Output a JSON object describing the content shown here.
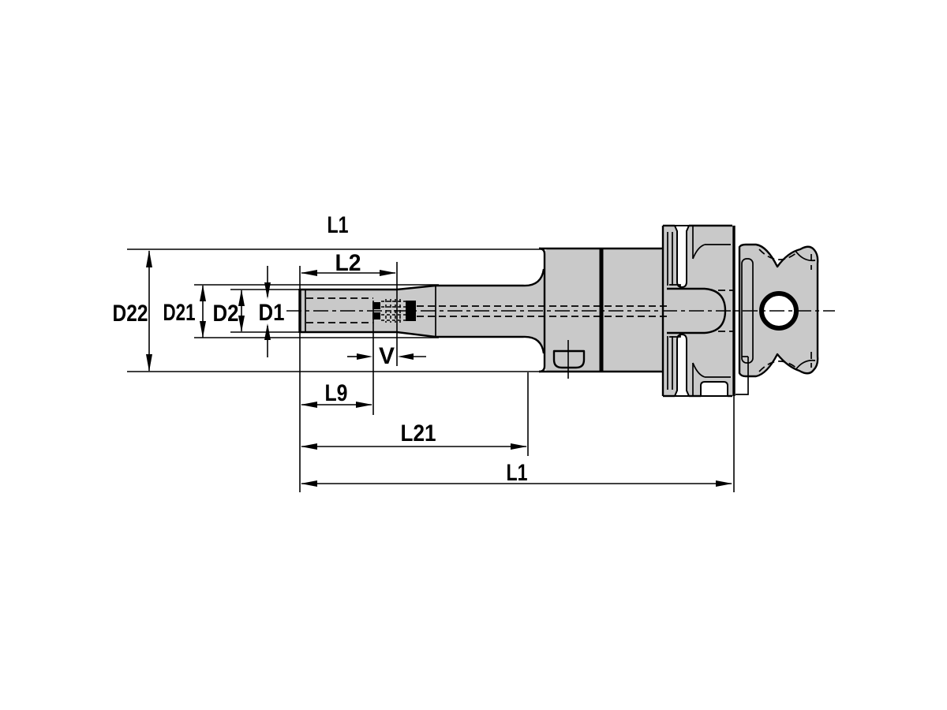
{
  "drawing": {
    "colors": {
      "background": "#ffffff",
      "metal_fill": "#c9c9c9",
      "line": "#000000"
    },
    "labels": {
      "l1_top": "L1",
      "l2": "L2",
      "d22": "D22",
      "d21": "D21",
      "d2": "D2",
      "d1": "D1",
      "v": "V",
      "l9": "L9",
      "l21": "L21",
      "l1_bottom": "L1"
    }
  }
}
